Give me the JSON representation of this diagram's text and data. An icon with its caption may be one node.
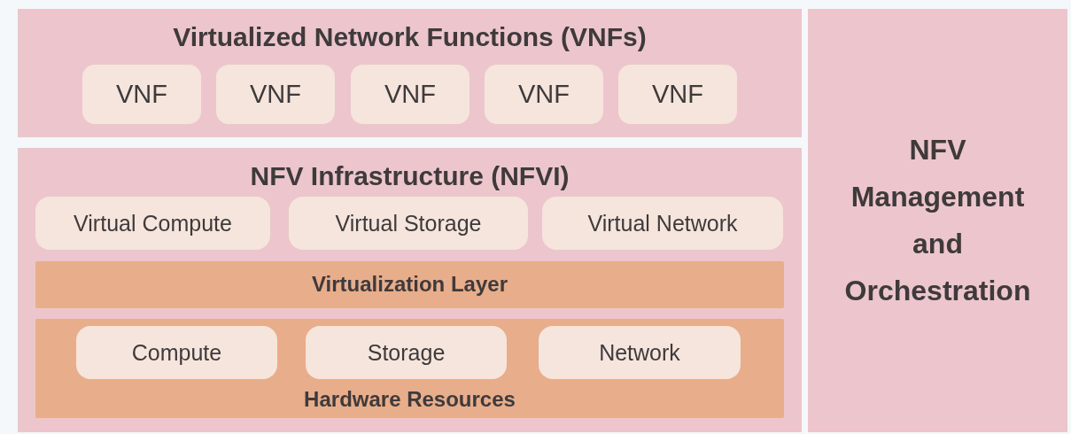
{
  "diagram": {
    "nodes": [
      {
        "text": [
          "Virtualized Network Functions (VNFs)"
        ]
      },
      {
        "text": [
          "VNF"
        ],
        "in": 0
      },
      {
        "text": [
          "VNF"
        ],
        "in": 0
      },
      {
        "text": [
          "VNF"
        ],
        "in": 0
      },
      {
        "text": [
          "VNF"
        ],
        "in": 0
      },
      {
        "text": [
          "VNF"
        ],
        "in": 0
      },
      {
        "text": [
          "NFV Infrastructure (NFVI)"
        ]
      },
      {
        "text": [
          "Virtual Compute"
        ],
        "in": 6
      },
      {
        "text": [
          "Virtual Storage"
        ],
        "in": 6
      },
      {
        "text": [
          "Virtual Network"
        ],
        "in": 6
      },
      {
        "text": [
          "Virtualization Layer"
        ],
        "in": 6
      },
      {
        "text": [
          "Hardware Resources"
        ],
        "in": 6
      },
      {
        "text": [
          "Compute"
        ],
        "in": 11
      },
      {
        "text": [
          "Storage"
        ],
        "in": 11
      },
      {
        "text": [
          "Network"
        ],
        "in": 11
      },
      {
        "text": [
          "NFV Management and Orchestration"
        ]
      }
    ],
    "edges": []
  }
}
